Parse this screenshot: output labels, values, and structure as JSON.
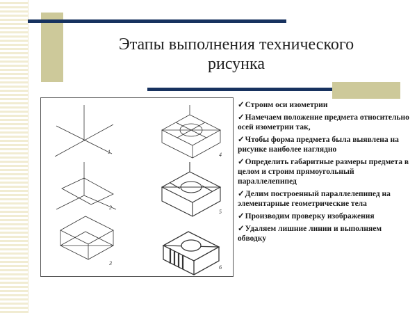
{
  "slide": {
    "title_line1": "Этапы выполнения технического",
    "title_line2": "рисунка",
    "check_glyph": "✓",
    "accent_color": "#17325f",
    "deco_color": "#cdc99a"
  },
  "steps": [
    "Строим оси изометрии",
    "Намечаем положение предмета относительно осей изометрии так,",
    "Чтобы форма предмета была выявлена на рисунке наиболее наглядно",
    "Определить габаритные размеры предмета в целом и строим прямоугольный параллелепипед",
    "Делим построенный параллелепипед на элементарные геометрические тела",
    "Производим проверку изображения",
    "Удаляем лишние линии и выполняем обводку"
  ],
  "figure": {
    "step_numbers": [
      "1",
      "2",
      "3",
      "4",
      "5",
      "6"
    ]
  }
}
